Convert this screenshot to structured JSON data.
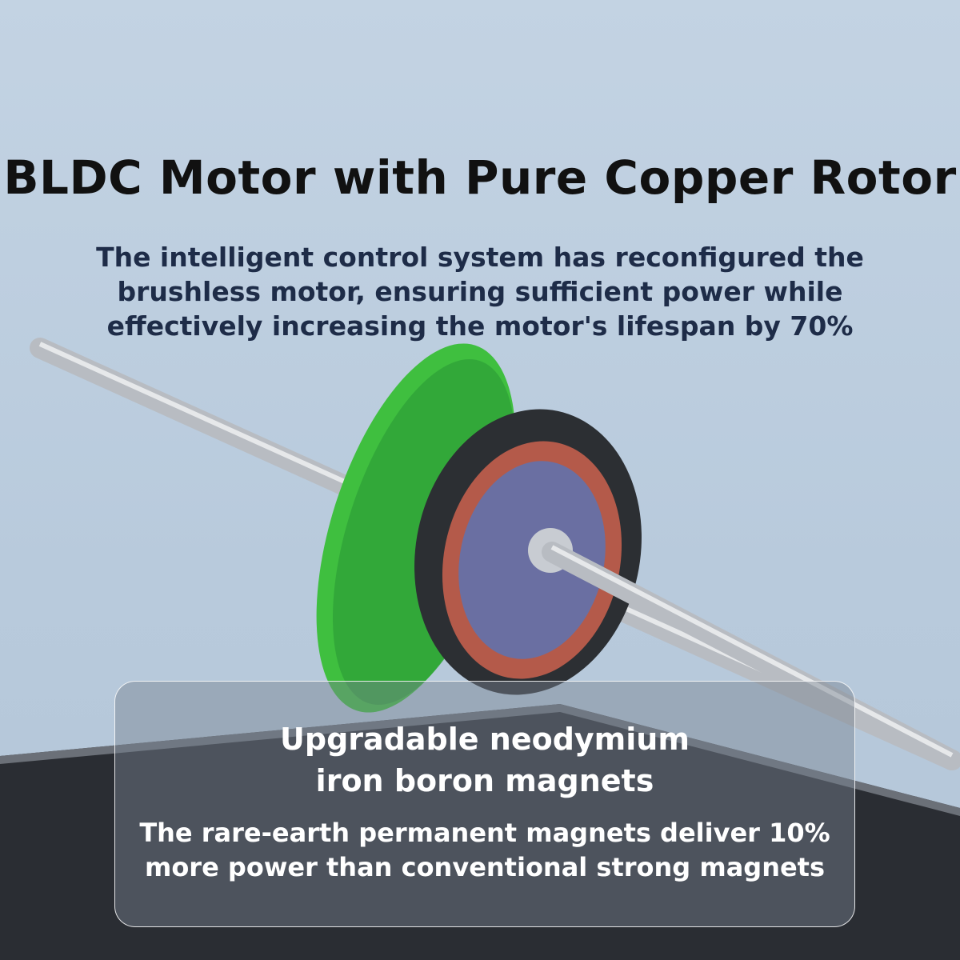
{
  "header": {
    "title": "BLDC Motor with Pure Copper Rotor",
    "subtitle": "The intelligent control system has reconfigured the brushless motor, ensuring sufficient power while effectively increasing the motor's lifespan by 70%"
  },
  "card": {
    "heading_line1": "Upgradable neodymium",
    "heading_line2": "iron boron magnets",
    "body": "The rare-earth permanent magnets deliver 10% more power than conventional strong magnets"
  }
}
